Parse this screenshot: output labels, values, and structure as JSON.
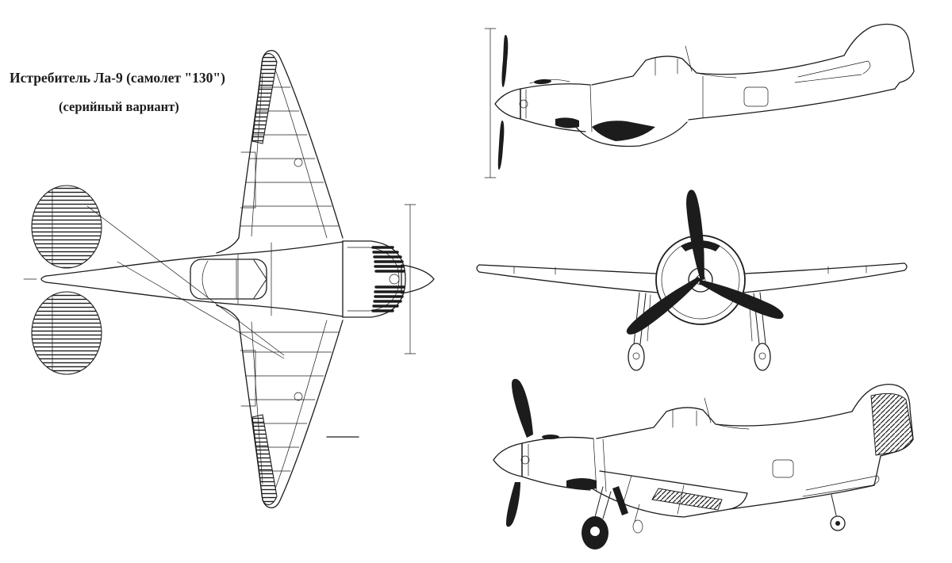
{
  "title": {
    "line1": "Истребитель Ла-9 (самолет \"130\")",
    "line2": "(серийный вариант)"
  },
  "colors": {
    "ink": "#1c1c1c",
    "background": "#ffffff"
  },
  "drawing": {
    "subject": "Lavochkin La-9 fighter three-view line drawing",
    "views": [
      "top-view",
      "side-view",
      "front-view",
      "side-view-landing-gear"
    ]
  }
}
